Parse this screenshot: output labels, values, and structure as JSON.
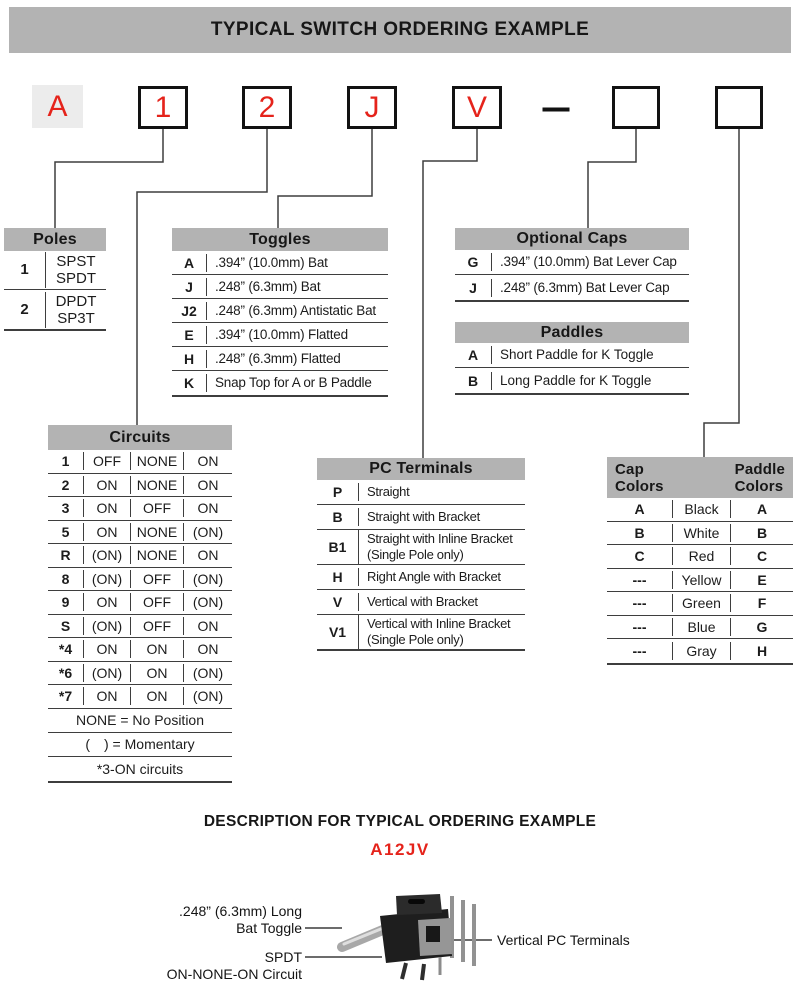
{
  "title": "TYPICAL SWITCH ORDERING EXAMPLE",
  "colors": {
    "accent_red": "#e5231b",
    "header_gray": "#b3b3b3",
    "prefix_box_bg": "#ececec",
    "rule_dark": "#3e3e3e"
  },
  "order_code": {
    "prefix": "A",
    "digits": [
      "1",
      "2",
      "J",
      "V"
    ],
    "separator": "—",
    "empty_box_count": 2
  },
  "tables": {
    "poles": {
      "title": "Poles",
      "rows": [
        {
          "code": "1",
          "desc": "SPST\nSPDT"
        },
        {
          "code": "2",
          "desc": "DPDT\nSP3T"
        }
      ]
    },
    "toggles": {
      "title": "Toggles",
      "rows": [
        {
          "code": "A",
          "desc": ".394” (10.0mm) Bat"
        },
        {
          "code": "J",
          "desc": ".248” (6.3mm) Bat"
        },
        {
          "code": "J2",
          "desc": ".248” (6.3mm) Antistatic Bat"
        },
        {
          "code": "E",
          "desc": ".394” (10.0mm) Flatted"
        },
        {
          "code": "H",
          "desc": ".248” (6.3mm) Flatted"
        },
        {
          "code": "K",
          "desc": "Snap Top for A or B Paddle"
        }
      ]
    },
    "optional_caps": {
      "title": "Optional Caps",
      "rows": [
        {
          "code": "G",
          "desc": ".394” (10.0mm) Bat Lever Cap"
        },
        {
          "code": "J",
          "desc": ".248” (6.3mm) Bat Lever Cap"
        }
      ]
    },
    "paddles": {
      "title": "Paddles",
      "rows": [
        {
          "code": "A",
          "desc": "Short Paddle for K Toggle"
        },
        {
          "code": "B",
          "desc": "Long Paddle for K Toggle"
        }
      ]
    },
    "circuits": {
      "title": "Circuits",
      "rows": [
        [
          "1",
          "OFF",
          "NONE",
          "ON"
        ],
        [
          "2",
          "ON",
          "NONE",
          "ON"
        ],
        [
          "3",
          "ON",
          "OFF",
          "ON"
        ],
        [
          "5",
          "ON",
          "NONE",
          "(ON)"
        ],
        [
          "R",
          "(ON)",
          "NONE",
          "ON"
        ],
        [
          "8",
          "(ON)",
          "OFF",
          "(ON)"
        ],
        [
          "9",
          "ON",
          "OFF",
          "(ON)"
        ],
        [
          "S",
          "(ON)",
          "OFF",
          "ON"
        ],
        [
          "*4",
          "ON",
          "ON",
          "ON"
        ],
        [
          "*6",
          "(ON)",
          "ON",
          "(ON)"
        ],
        [
          "*7",
          "ON",
          "ON",
          "(ON)"
        ]
      ],
      "notes": [
        "NONE = No Position",
        "(  ) = Momentary",
        "*3-ON circuits"
      ]
    },
    "pc_terminals": {
      "title": "PC Terminals",
      "rows": [
        {
          "code": "P",
          "desc": "Straight"
        },
        {
          "code": "B",
          "desc": "Straight with Bracket"
        },
        {
          "code": "B1",
          "desc": "Straight with Inline Bracket\n(Single Pole only)"
        },
        {
          "code": "H",
          "desc": "Right Angle with Bracket"
        },
        {
          "code": "V",
          "desc": "Vertical with Bracket"
        },
        {
          "code": "V1",
          "desc": "Vertical with Inline Bracket\n(Single Pole only)"
        }
      ]
    },
    "cap_paddle_colors": {
      "title_left": "Cap\nColors",
      "title_right": "Paddle\nColors",
      "rows": [
        [
          "A",
          "Black",
          "A"
        ],
        [
          "B",
          "White",
          "B"
        ],
        [
          "C",
          "Red",
          "C"
        ],
        [
          "---",
          "Yellow",
          "E"
        ],
        [
          "---",
          "Green",
          "F"
        ],
        [
          "---",
          "Blue",
          "G"
        ],
        [
          "---",
          "Gray",
          "H"
        ]
      ]
    }
  },
  "description": {
    "heading": "DESCRIPTION FOR TYPICAL ORDERING EXAMPLE",
    "example_code": "A12JV",
    "callout_toggle": ".248” (6.3mm) Long\nBat Toggle",
    "callout_circuit": "SPDT\nON-NONE-ON Circuit",
    "callout_terminals": "Vertical PC Terminals"
  }
}
